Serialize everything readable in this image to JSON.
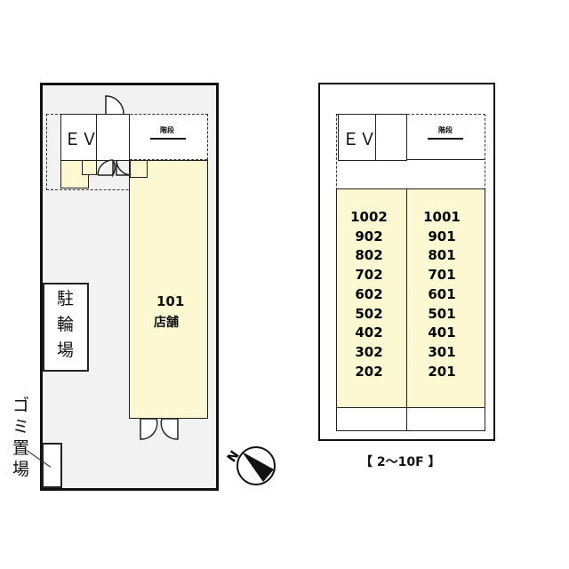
{
  "ground": {
    "ev": "ＥＶ",
    "stairs": "階段",
    "unit": "101",
    "unit_type": "店舗",
    "bike_parking": "駐\n輪\n場",
    "garbage": [
      "ゴ",
      "ミ",
      "置",
      "場"
    ]
  },
  "upper": {
    "ev": "ＥＶ",
    "stairs": "階段",
    "left_units": [
      "1002",
      "902",
      "802",
      "702",
      "602",
      "502",
      "402",
      "302",
      "202"
    ],
    "right_units": [
      "1001",
      "901",
      "801",
      "701",
      "601",
      "501",
      "401",
      "301",
      "201"
    ],
    "floors_label": "【 2～10F 】"
  },
  "compass": {
    "label": "N"
  }
}
